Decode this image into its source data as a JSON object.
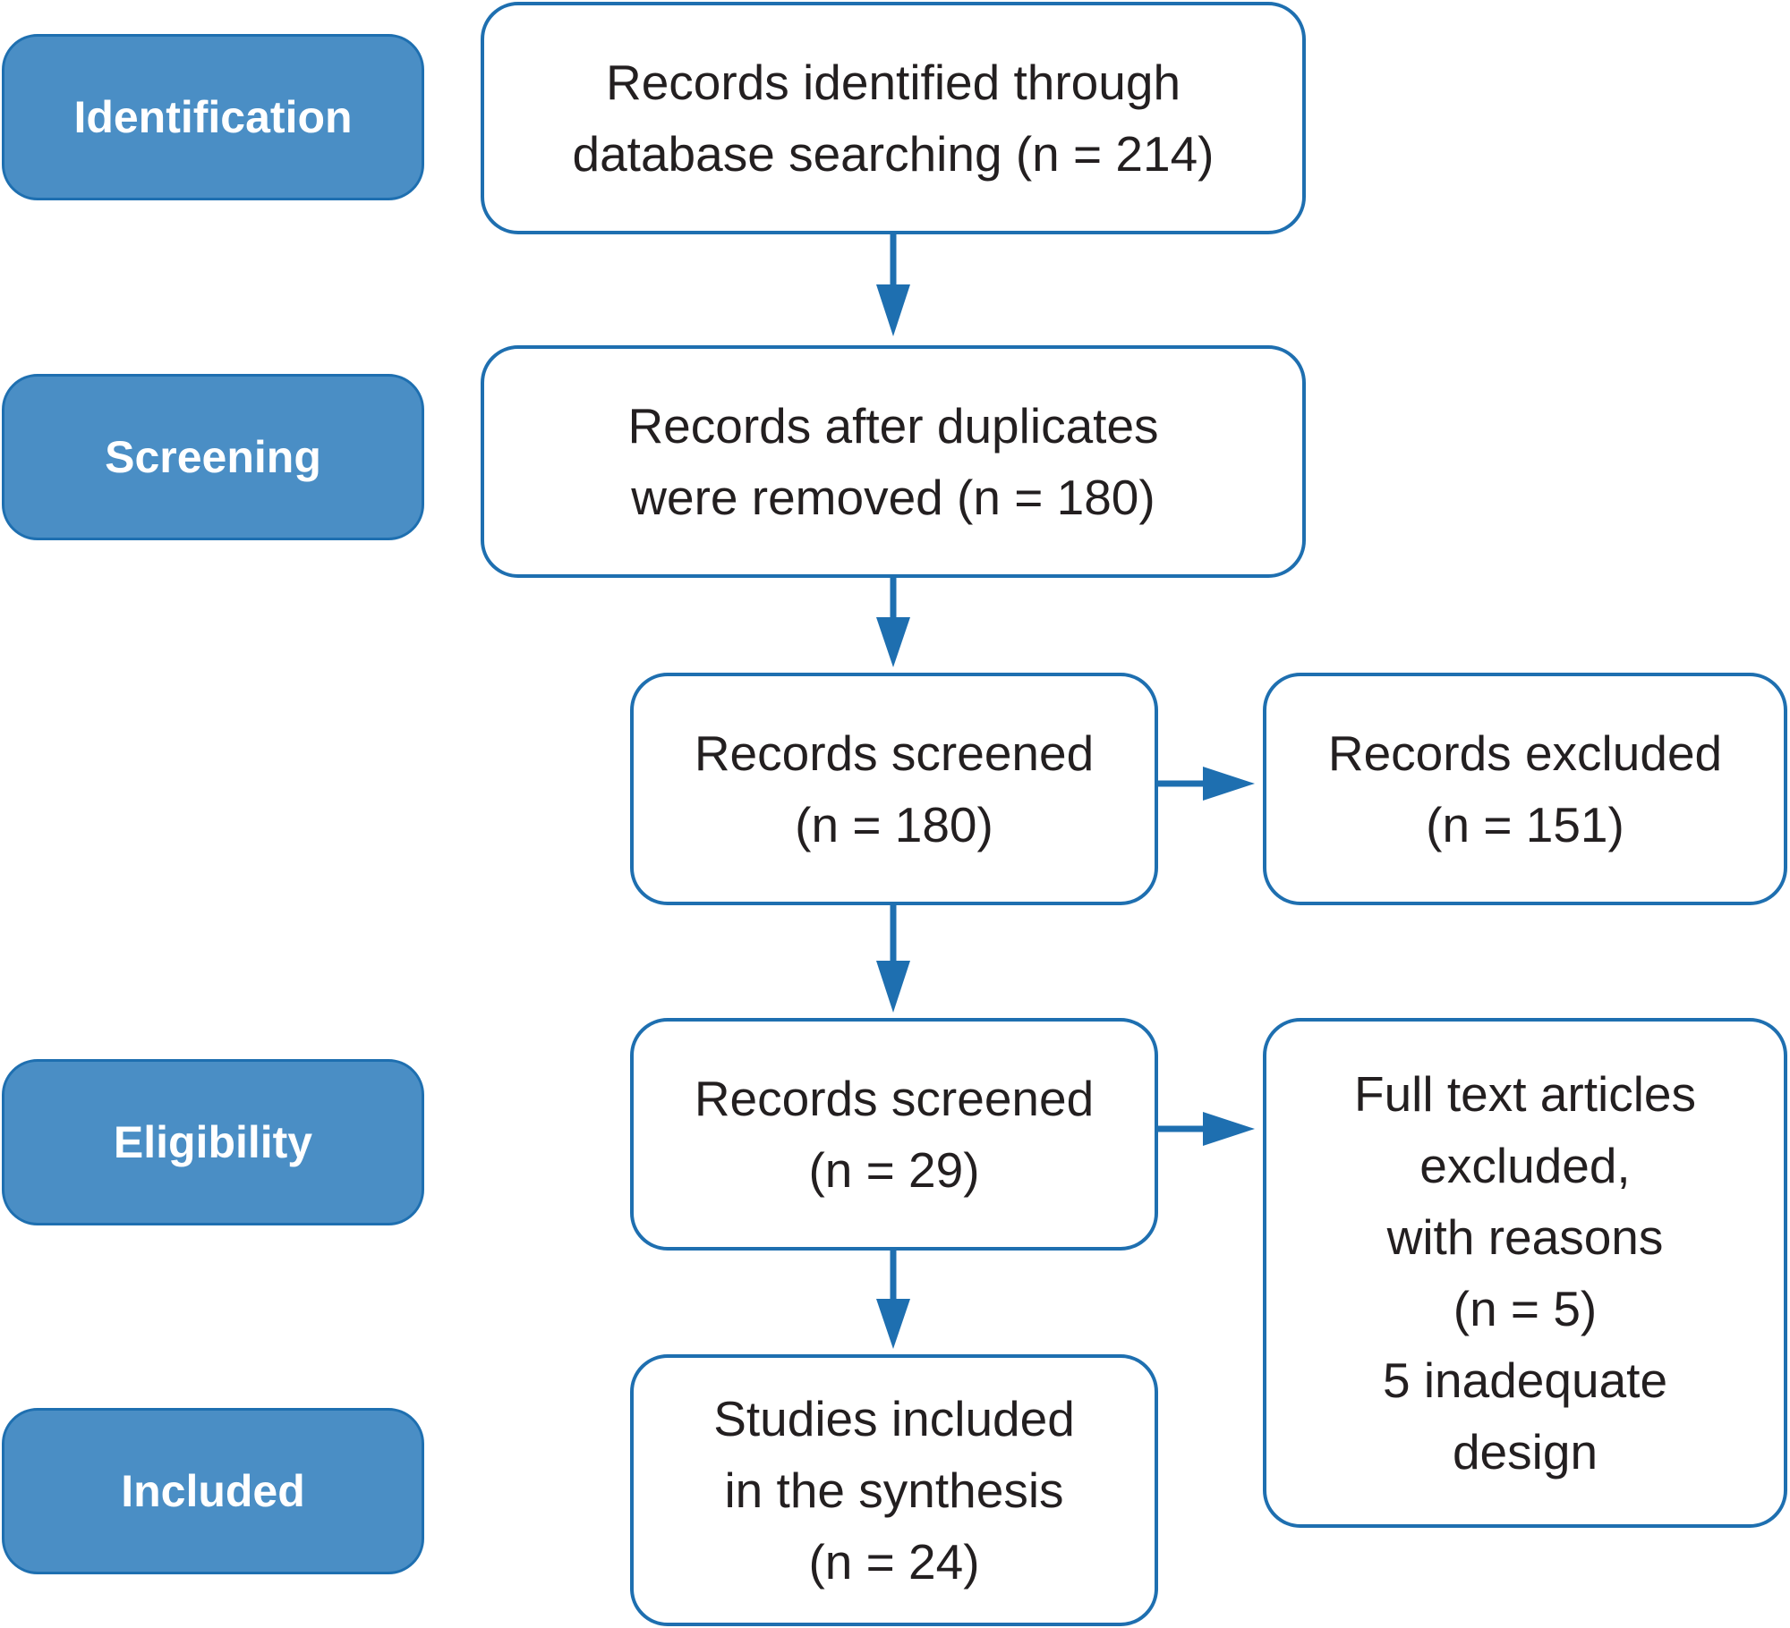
{
  "stages": [
    {
      "id": "identification",
      "label": "Identification"
    },
    {
      "id": "screening",
      "label": "Screening"
    },
    {
      "id": "eligibility",
      "label": "Eligibility"
    },
    {
      "id": "included",
      "label": "Included"
    }
  ],
  "boxes": {
    "identified": {
      "lines": [
        "Records identified through",
        "database searching (n  =  214)"
      ]
    },
    "deduplicated": {
      "lines": [
        "Records after duplicates",
        "were removed (n  =  180)"
      ]
    },
    "screened": {
      "lines": [
        "Records screened",
        "(n  =  180)"
      ]
    },
    "excluded": {
      "lines": [
        "Records excluded",
        "(n  =  151)"
      ]
    },
    "assessed": {
      "lines": [
        "Records screened",
        "(n  =  29)"
      ]
    },
    "fulltext_excluded": {
      "lines": [
        "Full text articles",
        "excluded,",
        "with reasons",
        "(n  =  5)",
        "5 inadequate",
        "design"
      ]
    },
    "included": {
      "lines": [
        "Studies included",
        "in the synthesis",
        "(n  =  24)"
      ]
    }
  },
  "colors": {
    "stage_fill": "#4a8ec5",
    "border": "#1e6fb0",
    "arrow": "#1e6fb0",
    "text": "#231f20"
  }
}
